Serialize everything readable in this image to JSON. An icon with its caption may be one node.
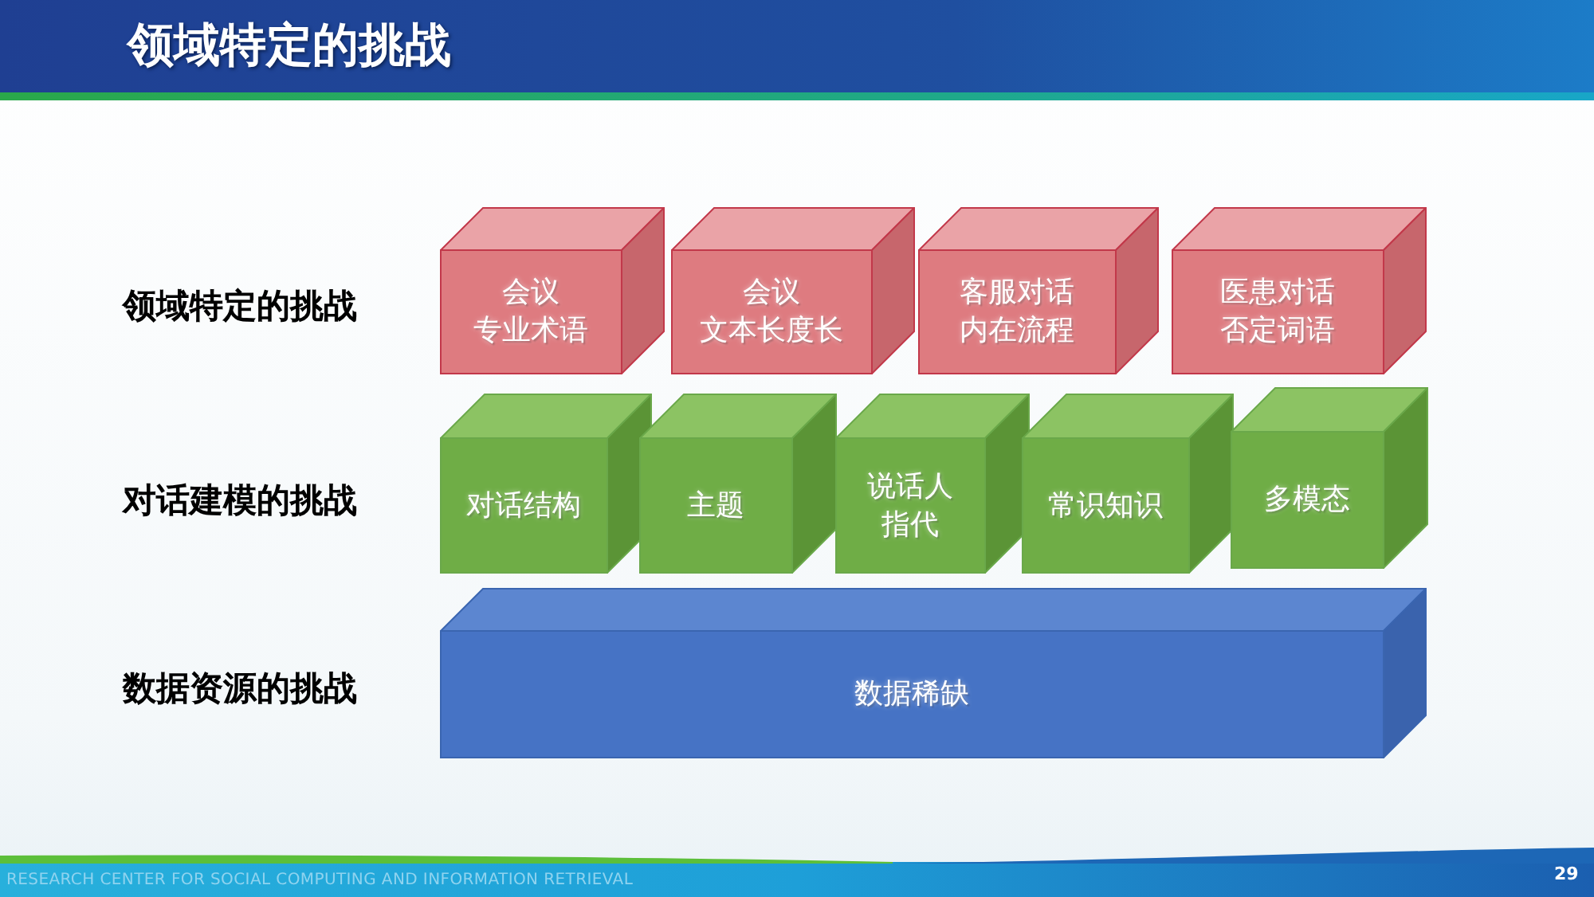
{
  "diagram": {
    "title": "领域特定的挑战",
    "nodes": [
      {
        "text": [
          "会议",
          "专业术语"
        ]
      },
      {
        "text": [
          "会议",
          "文本长度长"
        ]
      },
      {
        "text": [
          "客服对话",
          "内在流程"
        ]
      },
      {
        "text": [
          "医患对话",
          "否定词语"
        ]
      },
      {
        "text": [
          "对话结构"
        ]
      },
      {
        "text": [
          "主题"
        ]
      },
      {
        "text": [
          "说话人指代"
        ]
      },
      {
        "text": [
          "常识知识"
        ]
      },
      {
        "text": [
          "多模态"
        ]
      },
      {
        "text": [
          "数据稀缺"
        ]
      }
    ],
    "labels": [
      "领域特定的挑战",
      "对话建模的挑战",
      "数据资源的挑战",
      "RESEARCH CENTER FOR SOCIAL COMPUTING AND INFORMATION RETRIEVAL",
      "29"
    ]
  }
}
